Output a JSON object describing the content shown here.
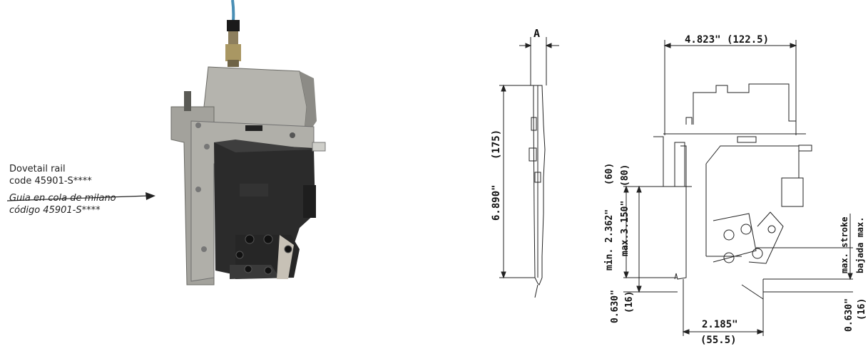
{
  "caption": {
    "line1": "Dovetail rail",
    "line2": "code 45901-S****",
    "line3": "Guia en cola de milano",
    "line4": "código 45901-S****"
  },
  "dimensions": {
    "thickness_label": "A",
    "width": "4.823\" (122.5)",
    "height": "6.890\"",
    "height_mm": "(175)",
    "min_label": "min. 2.362\"",
    "min_mm": "(60)",
    "max_label": "max.3.150\"",
    "max_mm": "(80)",
    "left_offset": "0.630\"",
    "left_offset_mm": "(16)",
    "base_width": "2.185\"",
    "base_width_mm": "(55.5)",
    "stroke_en": "max. stroke",
    "stroke_es": "bajada max.",
    "right_offset": "0.630\"",
    "right_offset_mm": "(16)"
  },
  "colors": {
    "steel": "#a9a9a4",
    "body": "#2b2b2b",
    "line": "#222222"
  }
}
